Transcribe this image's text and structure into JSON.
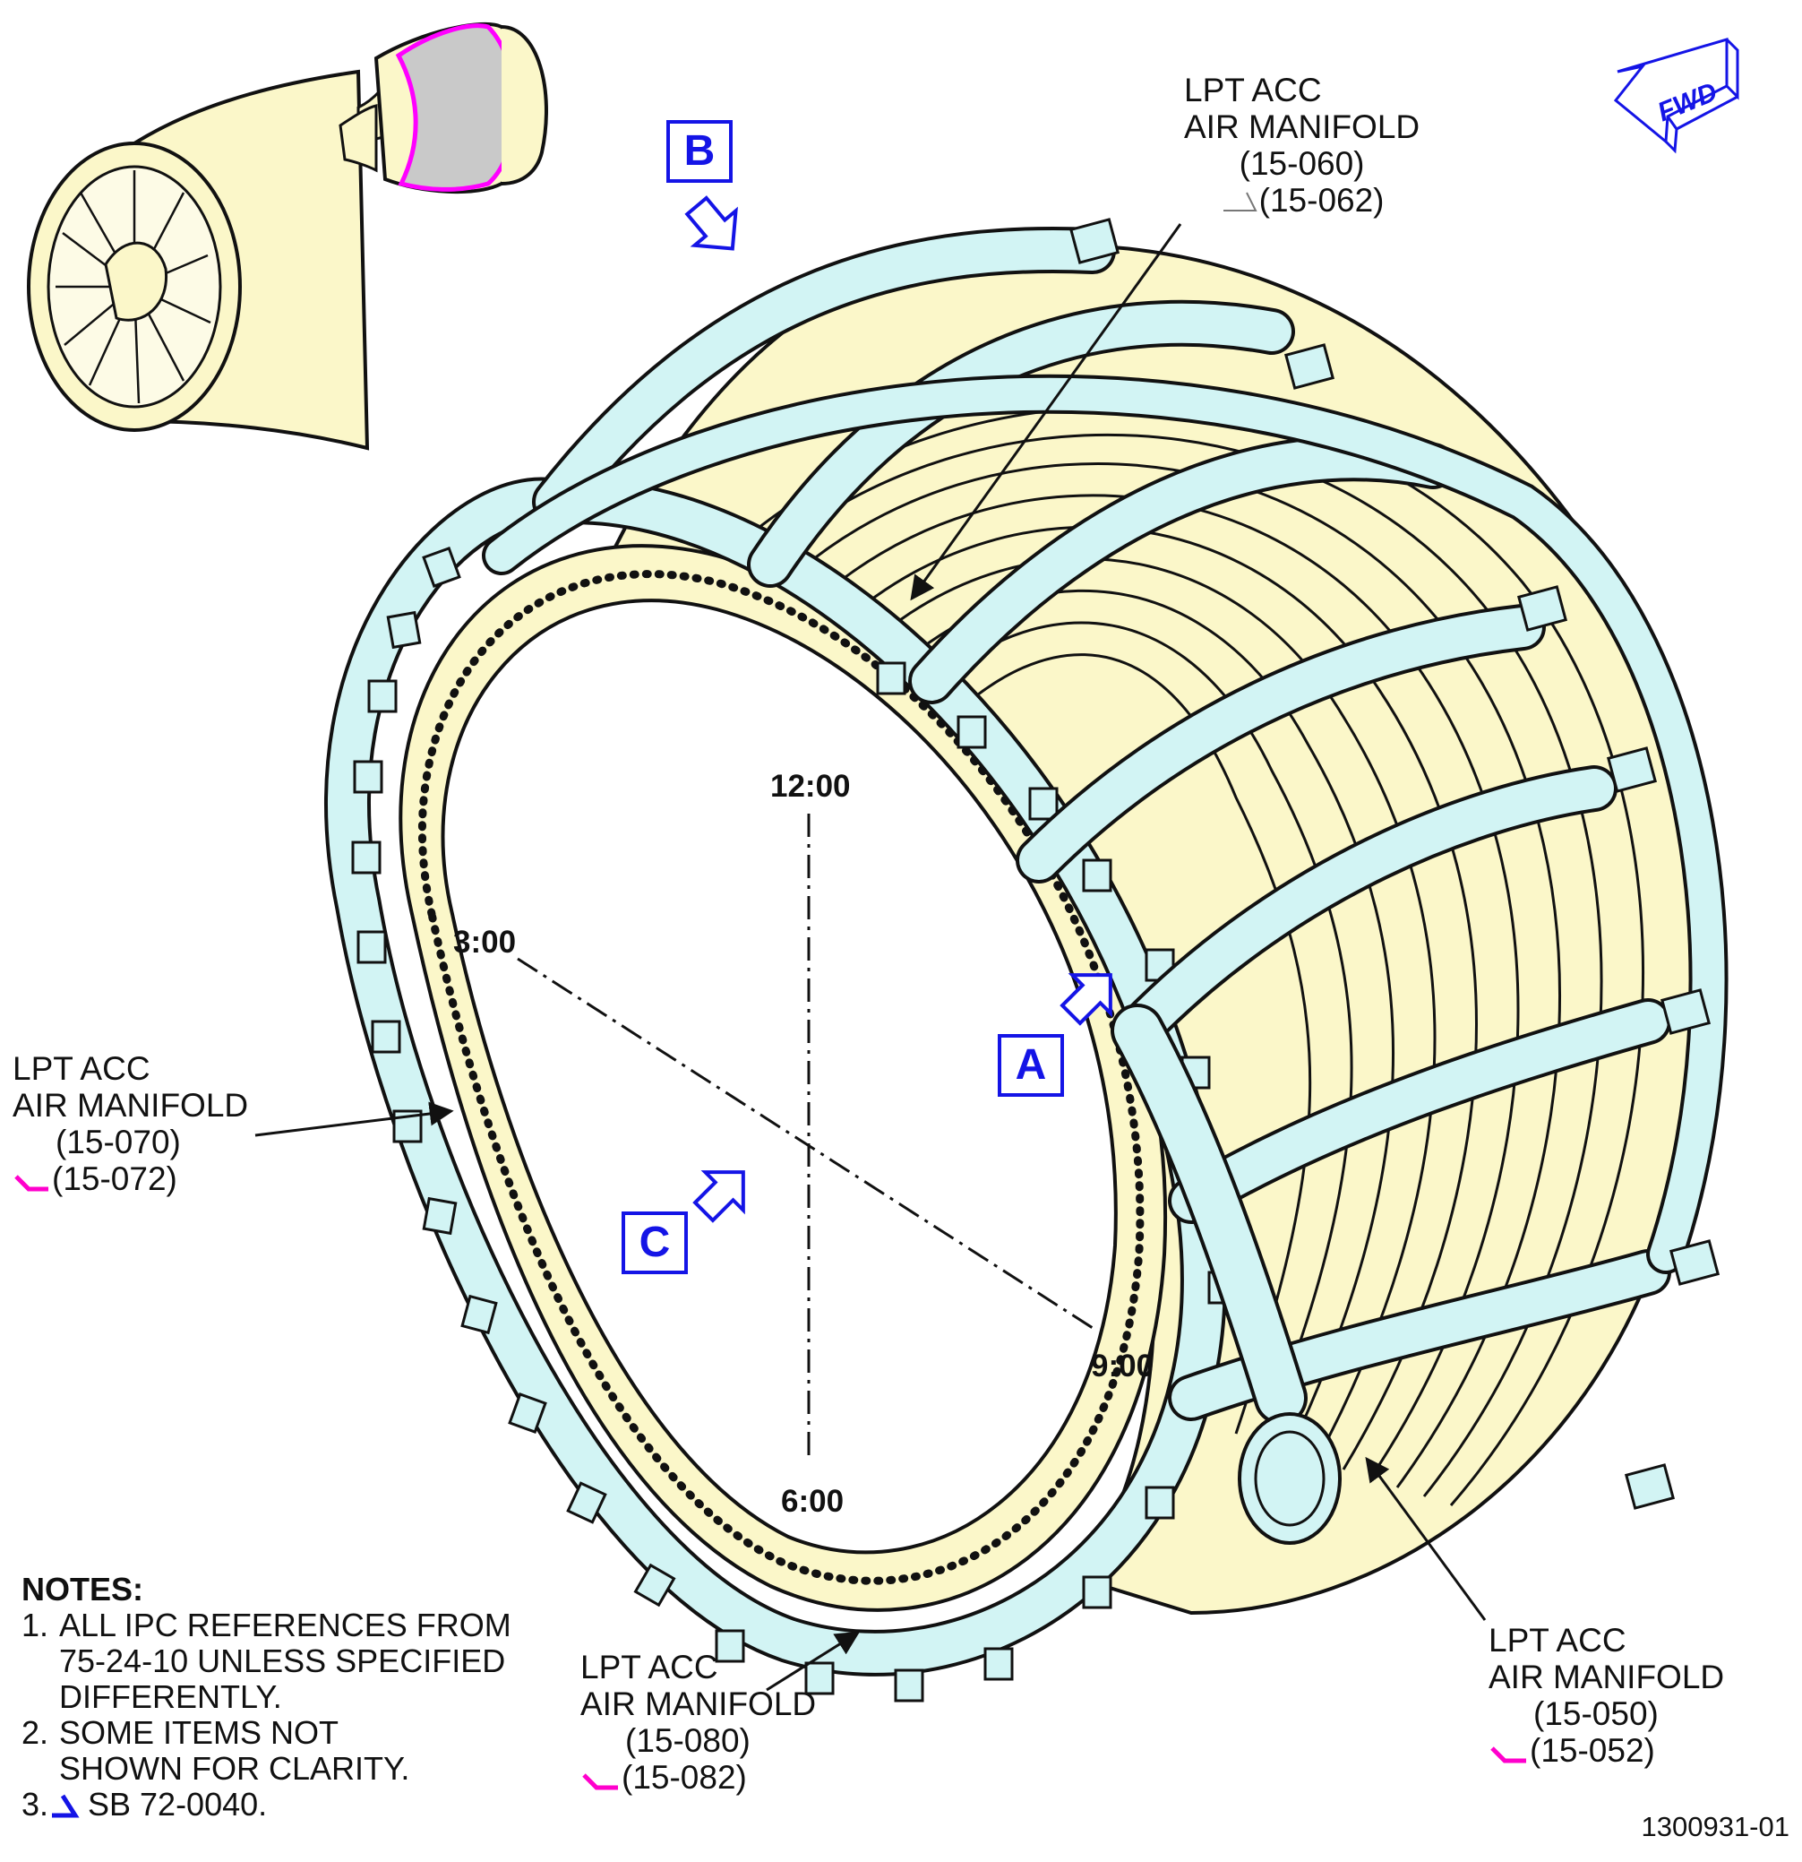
{
  "callouts": [
    {
      "title1": "LPT ACC",
      "title2": "AIR MANIFOLD",
      "ref1": "(15-060)",
      "ref2": "(15-062)",
      "tick_color": "#777777"
    },
    {
      "title1": "LPT ACC",
      "title2": "AIR MANIFOLD",
      "ref1": "(15-070)",
      "ref2": "(15-072)",
      "tick_color": "#ff00cc"
    },
    {
      "title1": "LPT ACC",
      "title2": "AIR MANIFOLD",
      "ref1": "(15-080)",
      "ref2": "(15-082)",
      "tick_color": "#ff00cc"
    },
    {
      "title1": "LPT ACC",
      "title2": "AIR MANIFOLD",
      "ref1": "(15-050)",
      "ref2": "(15-052)",
      "tick_color": "#ff00cc"
    }
  ],
  "views": {
    "a": "A",
    "b": "B",
    "c": "C"
  },
  "clock": {
    "twelve": "12:00",
    "three": "3:00",
    "six": "6:00",
    "nine": "9:00"
  },
  "fwd_label": "FWD",
  "notes": {
    "heading": "NOTES:",
    "items": [
      {
        "num": "1.",
        "text": "ALL IPC REFERENCES FROM\n75-24-10 UNLESS SPECIFIED\nDIFFERENTLY."
      },
      {
        "num": "2.",
        "text": "SOME ITEMS NOT\nSHOWN FOR CLARITY."
      },
      {
        "num": "3.",
        "text": "SB 72-0040."
      }
    ]
  },
  "figure_number": "1300931-01",
  "colors": {
    "manifold": "#d2f4f4",
    "case": "#fbf7c9",
    "highlight": "#ff00ff",
    "view_blue": "#1414e6",
    "sb_tick": "#1414e6"
  }
}
